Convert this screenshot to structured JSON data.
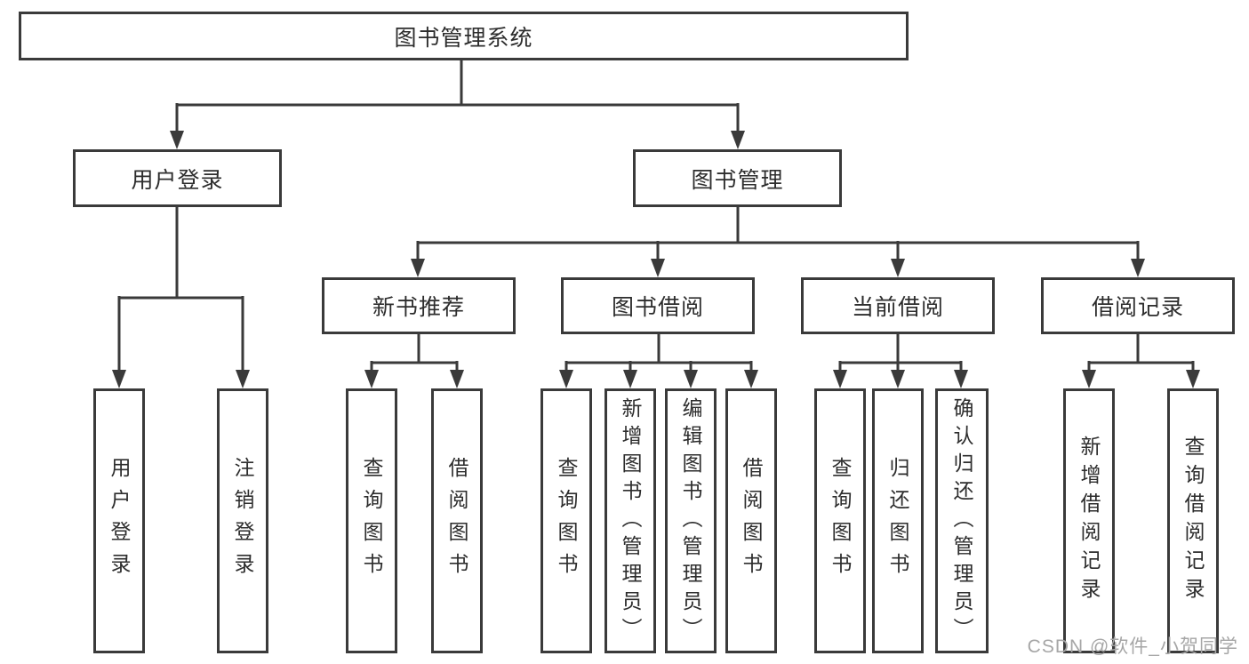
{
  "diagram": {
    "root": {
      "label": "图书管理系统"
    },
    "branches": [
      {
        "label": "用户登录",
        "leaves": [
          "用户登录",
          "注销登录"
        ]
      },
      {
        "label": "图书管理",
        "groups": [
          {
            "label": "新书推荐",
            "leaves": [
              "查询图书",
              "借阅图书"
            ]
          },
          {
            "label": "图书借阅",
            "leaves": [
              "查询图书",
              "新增图书（管理员）",
              "编辑图书（管理员）",
              "借阅图书"
            ]
          },
          {
            "label": "当前借阅",
            "leaves": [
              "查询图书",
              "归还图书",
              "确认归还（管理员）"
            ]
          },
          {
            "label": "借阅记录",
            "leaves": [
              "新增借阅记录",
              "查询借阅记录"
            ]
          }
        ]
      }
    ]
  },
  "colors": {
    "line": "#3a3a3a",
    "border": "#3a3a3a",
    "text": "#2d2d2d",
    "watermark": "#a6a6a6"
  },
  "watermark": "CSDN @软件_小贺同学"
}
